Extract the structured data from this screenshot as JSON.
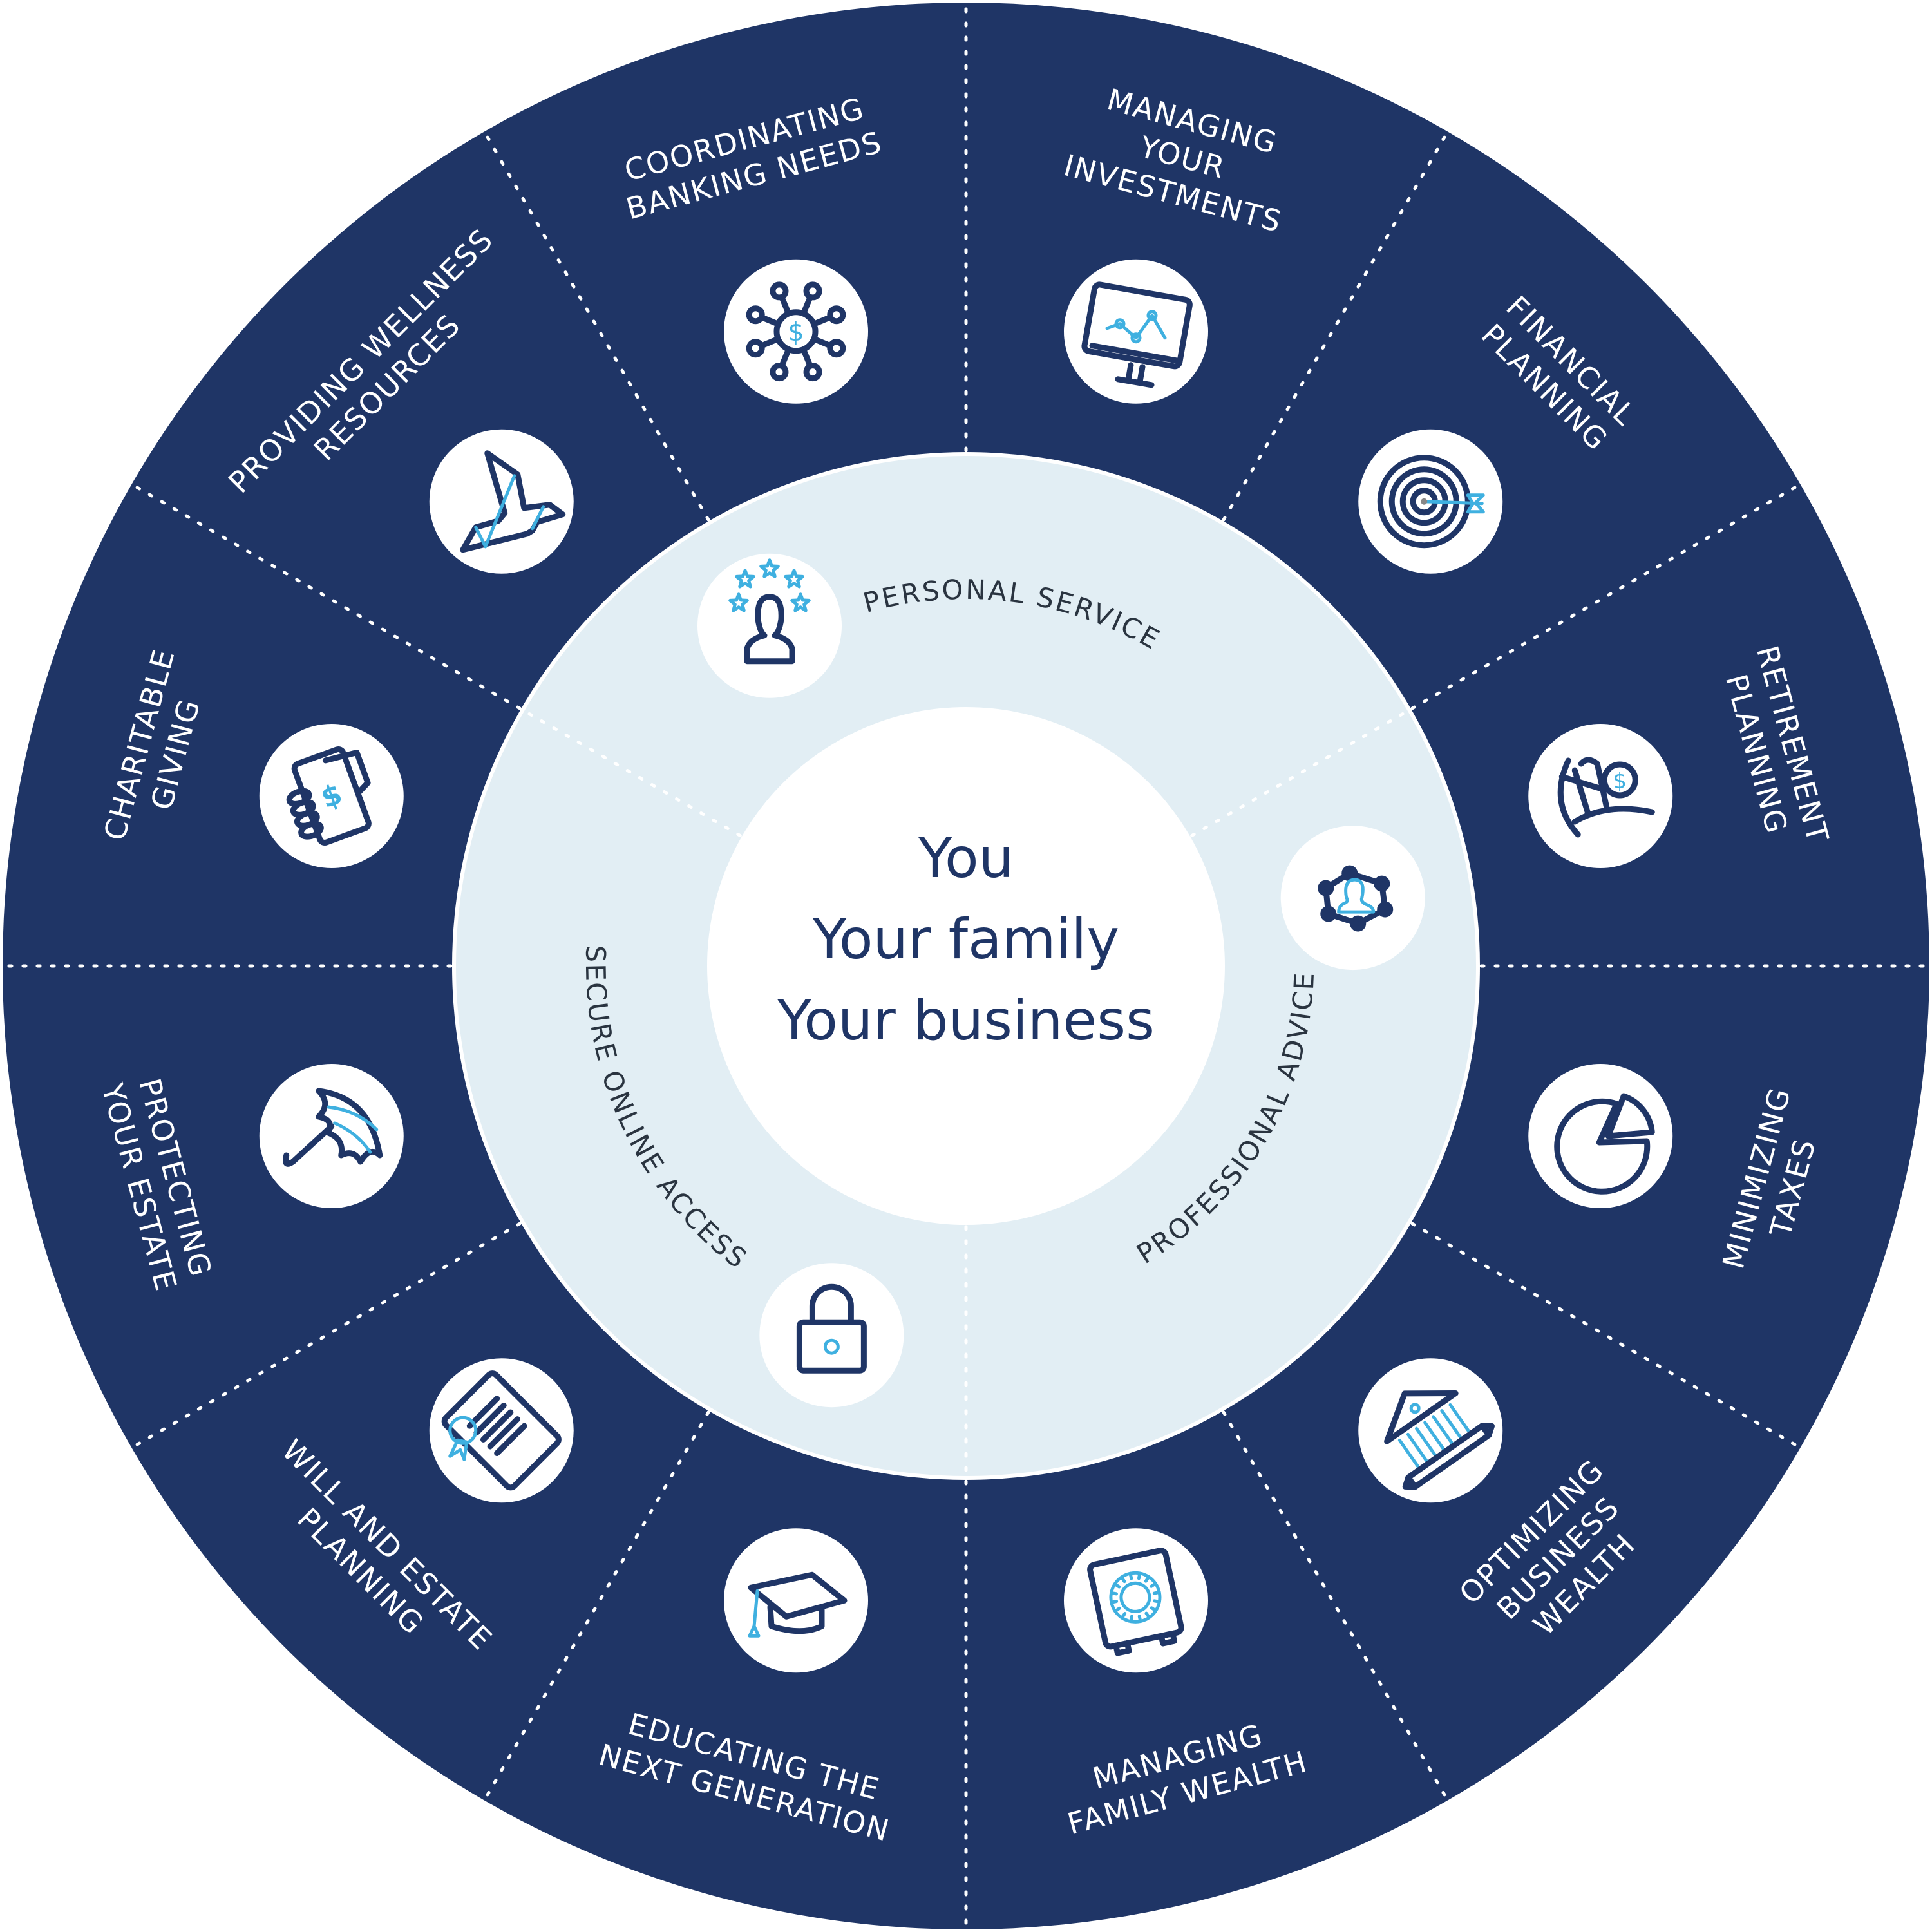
{
  "colors": {
    "outer_ring": "#1f3566",
    "middle_ring": "#e2eef4",
    "center": "#ffffff",
    "accent": "#3fb0e0",
    "segment_text": "#ffffff",
    "ring_text": "#2a3440",
    "center_text": "#1f3566"
  },
  "center": {
    "lines": [
      "You",
      "Your family",
      "Your business"
    ]
  },
  "middle_ring": {
    "items": [
      {
        "label": "PERSONAL SERVICE",
        "icon": "person-stars-icon"
      },
      {
        "label": "PROFESSIONAL ADVICE",
        "icon": "network-person-icon"
      },
      {
        "label": "SECURE ONLINE ACCESS",
        "icon": "padlock-icon"
      }
    ]
  },
  "outer_ring": {
    "segments": [
      {
        "lines": [
          "COORDINATING",
          "BANKING NEEDS"
        ],
        "icon": "network-dollar-icon"
      },
      {
        "lines": [
          "MANAGING",
          "YOUR",
          "INVESTMENTS"
        ],
        "icon": "monitor-chart-icon"
      },
      {
        "lines": [
          "FINANCIAL",
          "PLANNING"
        ],
        "icon": "target-dart-icon"
      },
      {
        "lines": [
          "RETIREMENT",
          "PLANNING"
        ],
        "icon": "beach-chair-coin-icon"
      },
      {
        "lines": [
          "MINIMIZING",
          "TAXES"
        ],
        "icon": "pie-chart-icon"
      },
      {
        "lines": [
          "OPTIMIZING",
          "BUSINESS",
          "WEALTH"
        ],
        "icon": "bank-building-icon"
      },
      {
        "lines": [
          "MANAGING",
          "FAMILY WEALTH"
        ],
        "icon": "safe-icon"
      },
      {
        "lines": [
          "EDUCATING THE",
          "NEXT GENERATION"
        ],
        "icon": "graduation-cap-icon"
      },
      {
        "lines": [
          "WILL AND ESTATE",
          "PLANNING"
        ],
        "icon": "certificate-document-icon"
      },
      {
        "lines": [
          "PROTECTING",
          "YOUR ESTATE"
        ],
        "icon": "umbrella-icon"
      },
      {
        "lines": [
          "CHARITABLE",
          "GIVING"
        ],
        "icon": "hand-giving-money-icon"
      },
      {
        "lines": [
          "PROVIDING WELLNESS",
          "RESOURCES"
        ],
        "icon": "origami-bird-icon"
      }
    ]
  }
}
